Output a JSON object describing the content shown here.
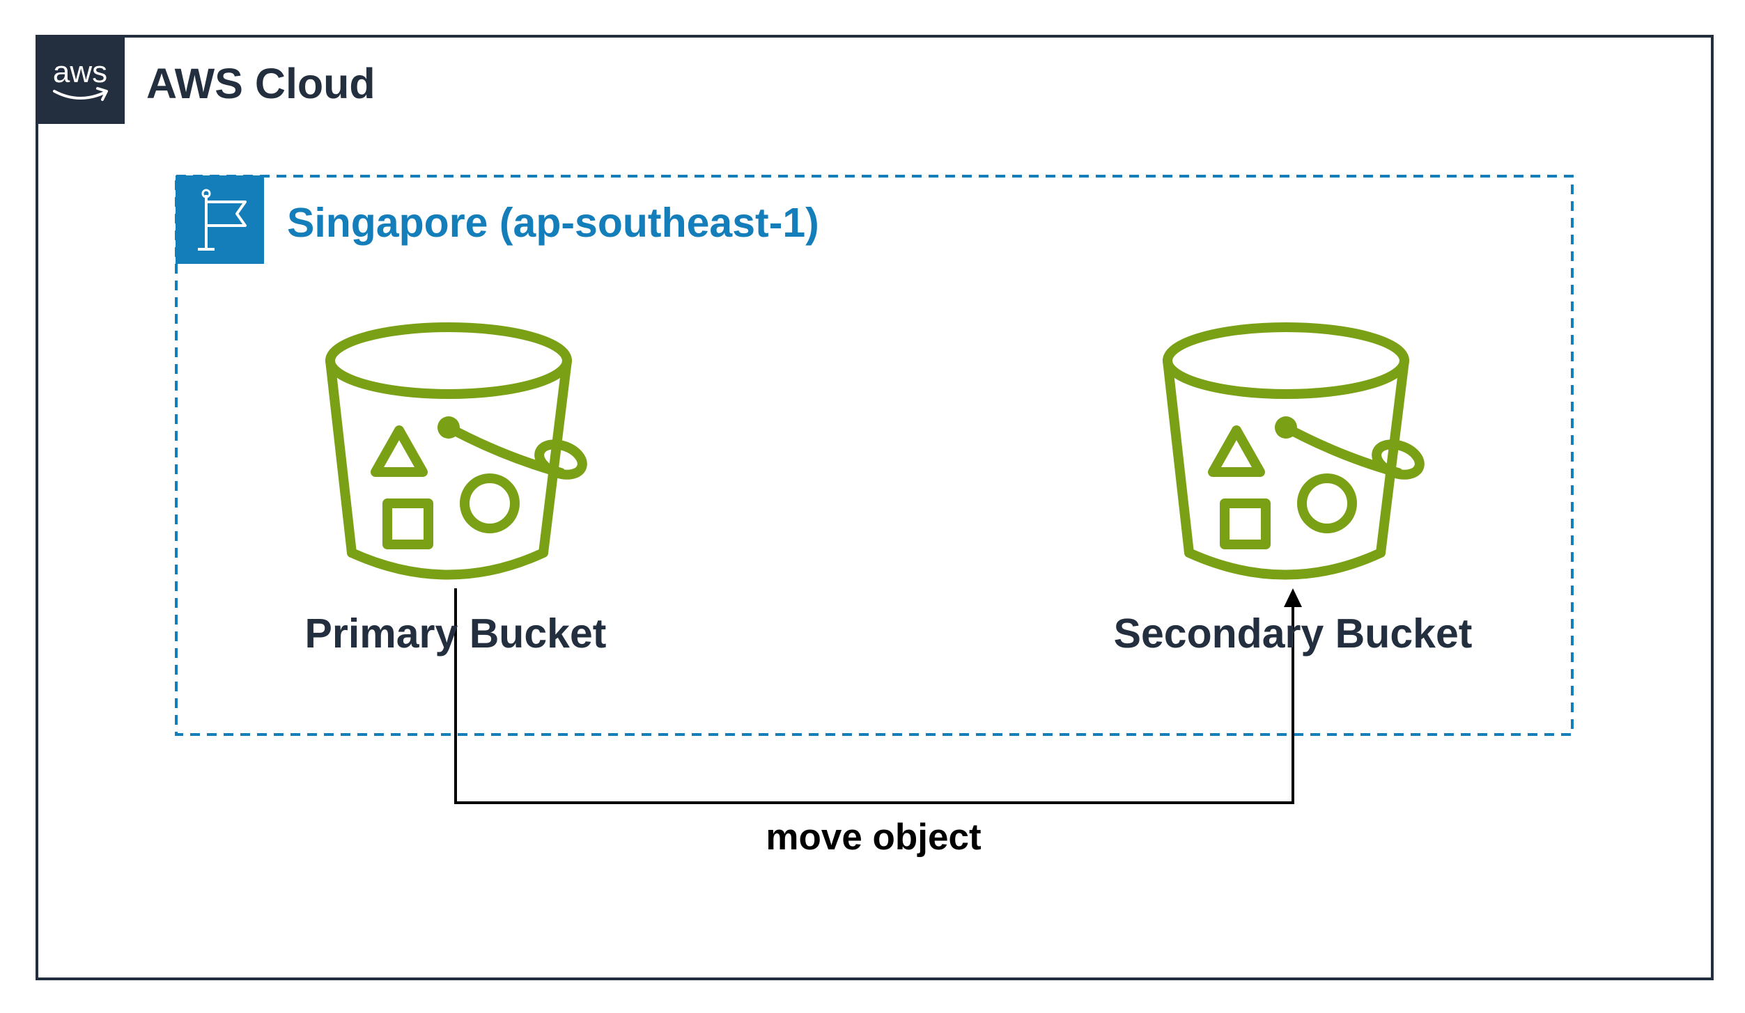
{
  "cloud": {
    "title": "AWS Cloud",
    "logo_text": "aws",
    "logo_icon": "aws-logo-icon",
    "border_color": "#232f3e"
  },
  "region": {
    "title": "Singapore (ap-southeast-1)",
    "icon": "region-flag-icon",
    "color": "#147eba"
  },
  "buckets": {
    "primary": {
      "label": "Primary Bucket",
      "icon": "s3-bucket-icon"
    },
    "secondary": {
      "label": "Secondary Bucket",
      "icon": "s3-bucket-icon"
    },
    "color": "#7aa116"
  },
  "edges": {
    "move": {
      "label": "move object",
      "from": "Primary Bucket",
      "to": "Secondary Bucket"
    }
  }
}
